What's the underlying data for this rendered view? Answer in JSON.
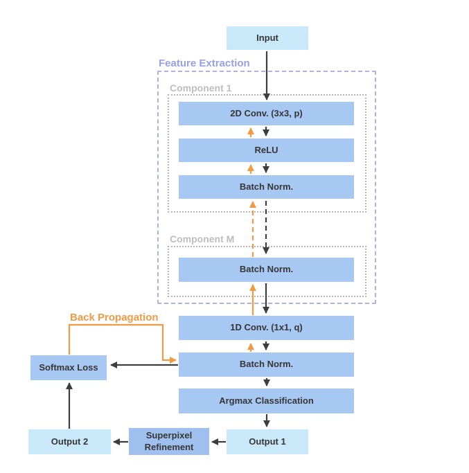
{
  "diagram": {
    "groups": {
      "feature_extraction": "Feature Extraction",
      "component_1": "Component 1",
      "component_m": "Component M"
    },
    "annotations": {
      "back_propagation": "Back Propagation"
    },
    "nodes": {
      "input": "Input",
      "conv2d": "2D Conv.  (3x3, p)",
      "relu": "ReLU",
      "batch_norm_1": "Batch Norm.",
      "batch_norm_m": "Batch Norm.",
      "conv1d": "1D Conv. (1x1, q)",
      "batch_norm_2": "Batch Norm.",
      "argmax": "Argmax Classification",
      "softmax_loss": "Softmax Loss",
      "output_1": "Output 1",
      "superpixel_refinement": "Superpixel\nRefinement",
      "output_2": "Output 2"
    },
    "colors": {
      "io_box": "#c9e8fa",
      "process_box": "#a6c8f2",
      "refinement_box": "#9fc0ee",
      "group_border": "#abb2e8",
      "group_label": "#97a0e4",
      "component_border": "#b5b5b5",
      "component_label": "#bdbdbd",
      "forward_arrow": "#3d3d3d",
      "backward_arrow": "#f09a43",
      "box_text": "#363636"
    }
  }
}
